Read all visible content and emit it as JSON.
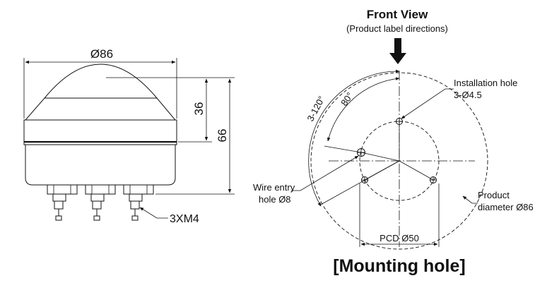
{
  "side_view": {
    "diameter_label": "Ø86",
    "dome_height_label": "36",
    "total_height_label": "66",
    "terminal_label": "3XM4"
  },
  "front_view": {
    "title": "Front View",
    "subtitle": "(Product label directions)",
    "angle_120_label": "3-120°",
    "angle_80_label": "80°",
    "installation_hole_label_1": "Installation hole",
    "installation_hole_label_2": "3-Ø4.5",
    "wire_entry_label_1": "Wire entry",
    "wire_entry_label_2": "hole Ø8",
    "product_diameter_label_1": "Product",
    "product_diameter_label_2": "diameter Ø86",
    "pcd_label": "PCD Ø50"
  },
  "caption": "[Mounting hole]"
}
